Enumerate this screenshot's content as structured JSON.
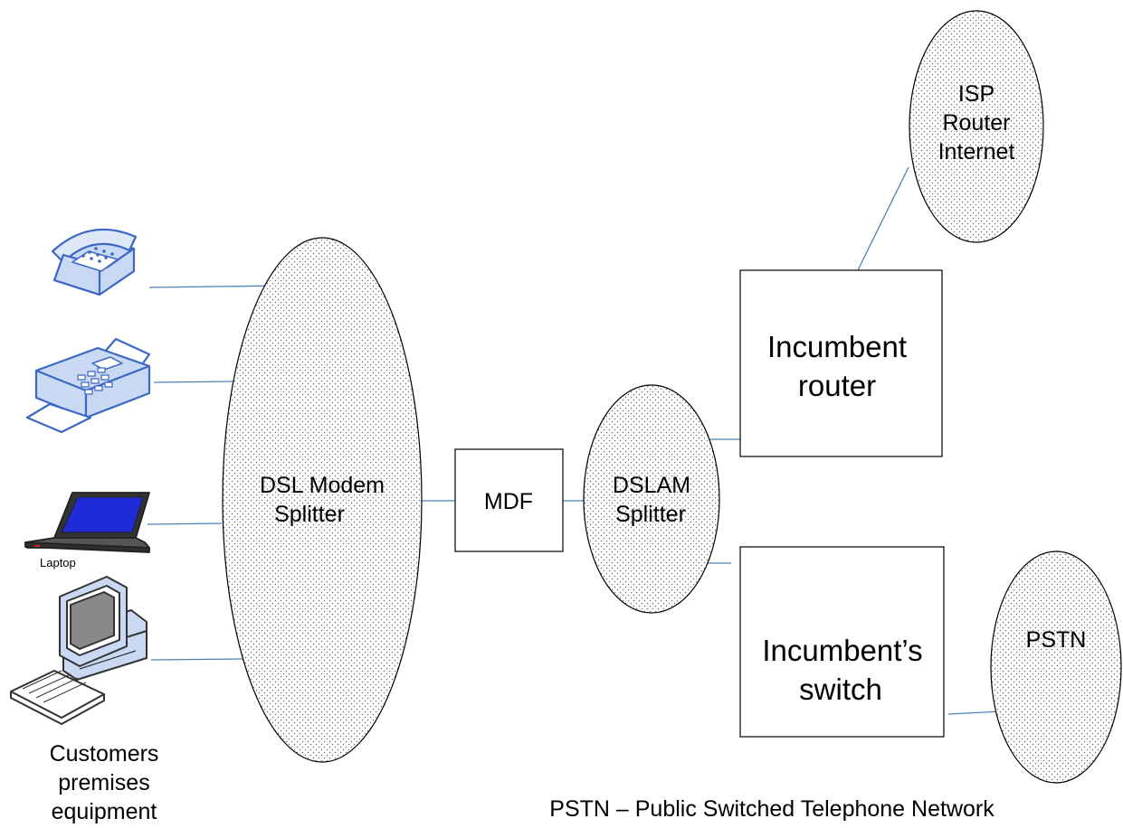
{
  "nodes": {
    "dsl_modem": {
      "line1": "DSL Modem",
      "line2": "Splitter"
    },
    "mdf": {
      "label": "MDF"
    },
    "dslam": {
      "line1": "DSLAM",
      "line2": "Splitter"
    },
    "incumbent_router": {
      "line1": "Incumbent",
      "line2": "router"
    },
    "incumbent_switch": {
      "line1": "Incumbent’s",
      "line2": "switch"
    },
    "isp": {
      "line1": "ISP",
      "line2": "Router",
      "line3": "Internet"
    },
    "pstn": {
      "label": "PSTN"
    }
  },
  "devices": {
    "laptop_label": "Laptop",
    "customer_caption": {
      "line1": "Customers",
      "line2": "premises",
      "line3": "equipment"
    }
  },
  "footnote": "PSTN – Public Switched Telephone Network",
  "colors": {
    "connector": "#4f81bd",
    "device_fill": "#c9d9f3",
    "device_outline": "#3a68c4",
    "screen": "#1f2bd8"
  }
}
